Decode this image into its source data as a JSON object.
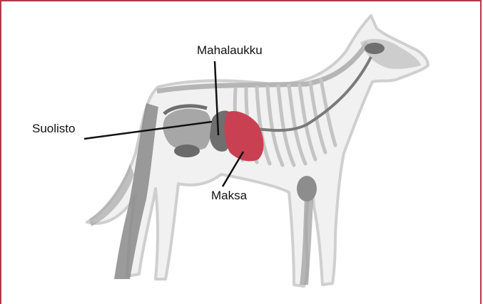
{
  "labels": {
    "stomach": "Mahalaukku",
    "intestine": "Suolisto",
    "liver": "Maksa"
  },
  "colors": {
    "frame": "#b0394a",
    "liver": "#c94052",
    "organ_dark": "#6f6f6f",
    "organ_mid": "#8d8d8d",
    "bone": "#cfcfcf",
    "outline": "#c8c8c8"
  }
}
